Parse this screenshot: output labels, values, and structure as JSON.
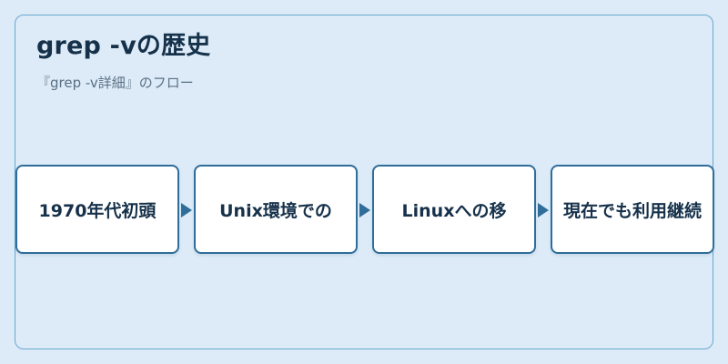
{
  "header": {
    "title": "grep -vの歴史",
    "subtitle": "『grep -v詳細』のフロー"
  },
  "flow": {
    "steps": [
      {
        "label": "1970年代初頭"
      },
      {
        "label": "Unix環境での"
      },
      {
        "label": "Linuxへの移"
      },
      {
        "label": "現在でも利用継続"
      }
    ]
  },
  "colors": {
    "background": "#dcebf7",
    "border": "#2f6d9a",
    "title": "#16314a",
    "subtitle": "#5b6f84",
    "box_fill": "#ffffff"
  }
}
